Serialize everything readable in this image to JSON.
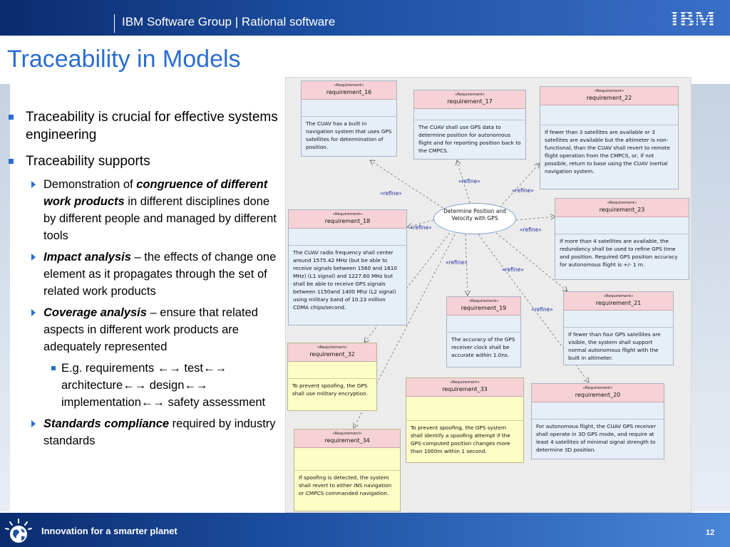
{
  "header": {
    "group": "IBM Software Group | Rational software",
    "logo": "IBM",
    "title": "Traceability in Models"
  },
  "bullets": {
    "b1": "Traceability is crucial for effective systems engineering",
    "b2": "Traceability supports",
    "demo_pre": "Demonstration of ",
    "demo_em": "congruence of different work products",
    "demo_post": " in different disciplines done by different people and managed by different tools",
    "impact_em": "Impact analysis",
    "impact_post": " – the effects of change one element as it propagates through the set of related work products",
    "coverage_em": "Coverage analysis",
    "coverage_post": " – ensure that related aspects in different work products are adequately represented",
    "example": "E.g. requirements ←→ test←→ architecture←→ design←→ implementation←→ safety assessment",
    "standards_em": "Standards compliance",
    "standards_post": " required by industry standards"
  },
  "diagram": {
    "stereotype": "«Requirement»",
    "center": "Determine Position and Velocity with GPS",
    "refine": "«refine»",
    "requirements": [
      {
        "name": "requirement_16",
        "text": "The CUAV has a built in navigation system that uses GPS satellites for determination of position."
      },
      {
        "name": "requirement_17",
        "text": "The CUAV shall use GPS data to determine position for autonomous flight and for reporting position back to the CMPCS."
      },
      {
        "name": "requirement_22",
        "text": "If fewer than 3 satellites are available or 3 satellites are available but the altimeter is non-functional, than the CUAV shall revert to remote flight operation from the CMPCS, or, if not possible, return to base using the CUAV inertial navigation system."
      },
      {
        "name": "requirement_18",
        "text": "The CUAV radio frequency shall center around 1575.42 MHz (but be able to receive signals between 1560 and 1610 MHz) (L1 signal) and 1227.60 MHz but shall be able to receive GPS signals between 1150and 1400 Mhz (L2 signal) using military band of 10.23 million CDMA chips/second."
      },
      {
        "name": "requirement_23",
        "text": "If more than 4 satellites are available, the redundancy shall be used to refine GPS time and position.  Required GPS position accuracy for autonomous flight is +/- 1 m."
      },
      {
        "name": "requirement_19",
        "text": "The accuracy of the GPS receiver clock shall be accurate within 1.0ns."
      },
      {
        "name": "requirement_21",
        "text": "If fewer than four GPS satellites are visible, the system shall support normal autonomous flight with the built in altimeter."
      },
      {
        "name": "requirement_32",
        "text": "To prevent spoofing, the GPS shall use military encryption."
      },
      {
        "name": "requirement_33",
        "text": "To prevent spoofing, the GPS system shall identify a spoofing attempt if the GPS-computed position changes more than 1000m within 1 second."
      },
      {
        "name": "requirement_20",
        "text": "For autonomous flight, the CUAV GPS receiver shall operate in 3D GPS mode, and require at least 4 satellites of minimal signal strength to determine 3D position."
      },
      {
        "name": "requirement_34",
        "text": "If spoofing is detected, the system shall revert to either INS navigation or CMPCS commanded navigation."
      }
    ]
  },
  "footer": {
    "slogan": "Innovation for a smarter planet",
    "page": "12"
  }
}
